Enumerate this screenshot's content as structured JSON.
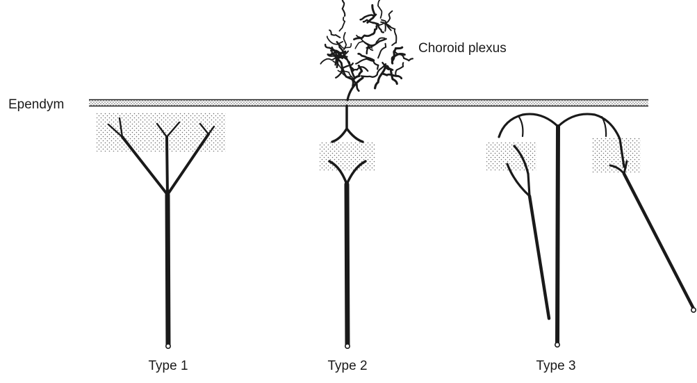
{
  "labels": {
    "ependym": "Ependym",
    "choroid_plexus": "Choroid plexus",
    "type1": "Type 1",
    "type2": "Type 2",
    "type3": "Type 3"
  },
  "colors": {
    "line": "#1a1a1a",
    "stipple": "#6b6b6b",
    "background": "#ffffff"
  }
}
